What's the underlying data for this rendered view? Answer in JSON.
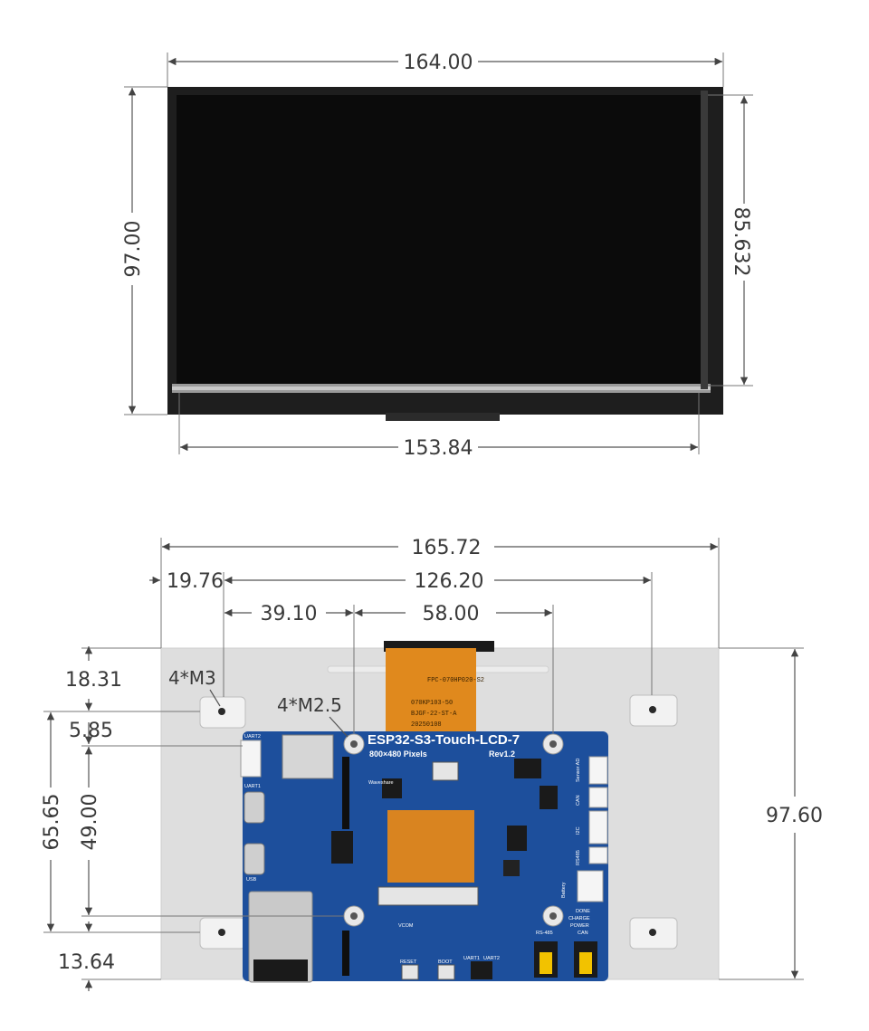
{
  "front_view": {
    "width_top": "164.00",
    "height_left": "97.00",
    "height_right": "85.632",
    "width_bottom": "153.84"
  },
  "back_view": {
    "overall_width": "165.72",
    "left_offset": "19.76",
    "hole_spacing": "126.20",
    "left_gap": "39.10",
    "pcb_hole_spacing": "58.00",
    "top_offset": "18.31",
    "pcb_top_offset": "5.85",
    "hole_vertical": "65.65",
    "pcb_hole_vertical": "49.00",
    "bottom_offset": "13.64",
    "overall_height": "97.60",
    "m3_label": "4*M3",
    "m25_label": "4*M2.5"
  },
  "pcb": {
    "title": "ESP32-S3-Touch-LCD-7",
    "resolution": "800×480 Pixels",
    "revision": "Rev1.2",
    "brand": "Waveshare",
    "labels": [
      "UART2",
      "UART1",
      "USB",
      "I2C",
      "CAN",
      "RS485",
      "Sensor AD",
      "Battery",
      "VCOM",
      "RESET",
      "BOOT",
      "UART1",
      "UART2",
      "DONE",
      "CHARGE",
      "POWER",
      "RS-485",
      "CAN"
    ],
    "fpc_lines": [
      "FPC-070HP020-S2",
      "070KP103-50",
      "BJGF-22-ST-A",
      "20250108"
    ]
  },
  "colors": {
    "pcb_blue": "#1d4f9c",
    "fpc_orange": "#e08a1e",
    "backplate": "#dcdcdc",
    "bezel": "#1e1e1e"
  }
}
